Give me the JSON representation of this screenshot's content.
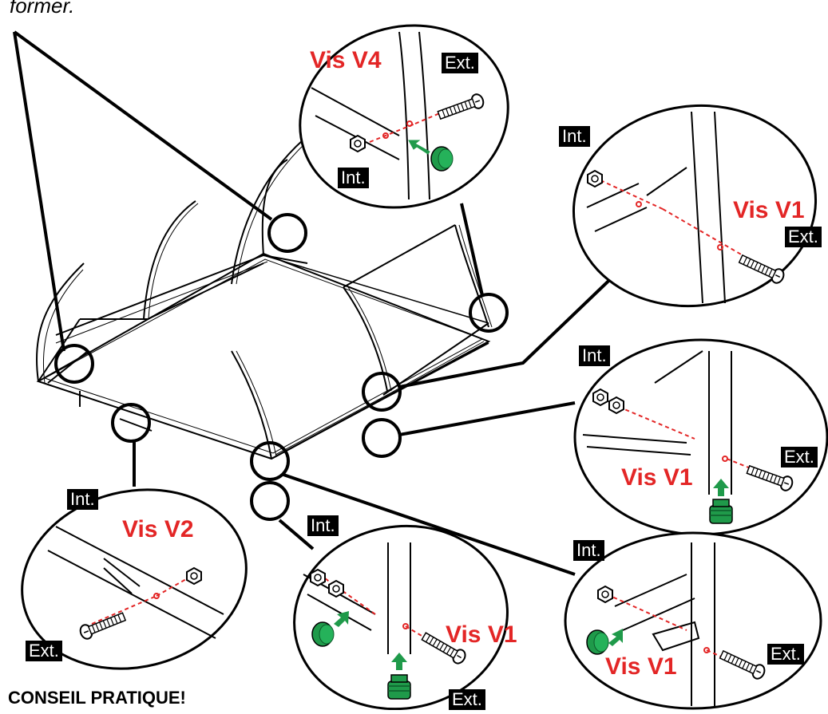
{
  "caption": {
    "top_fragment": "former.",
    "tip_title": "CONSEIL PRATIQUE!"
  },
  "labels": {
    "int": "Int.",
    "ext": "Ext.",
    "vis_v1": "Vis V1",
    "vis_v2": "Vis V2",
    "vis_v4": "Vis V4"
  },
  "colors": {
    "screw_label": "#e32626",
    "cap": "#1f9a4a",
    "arrow": "#1f9a4a",
    "dash": "#e32626",
    "line": "#000000"
  },
  "callouts": [
    {
      "id": "top",
      "title": "Vis V4"
    },
    {
      "id": "right-top",
      "title": "Vis V1"
    },
    {
      "id": "right-mid",
      "title": "Vis V1"
    },
    {
      "id": "left-bottom",
      "title": "Vis V2"
    },
    {
      "id": "bottom-mid",
      "title": "Vis V1"
    },
    {
      "id": "bottom-right",
      "title": "Vis V1"
    }
  ],
  "icons": [
    "screw-icon",
    "nut-icon",
    "end-cap-icon",
    "push-arrow-icon"
  ]
}
